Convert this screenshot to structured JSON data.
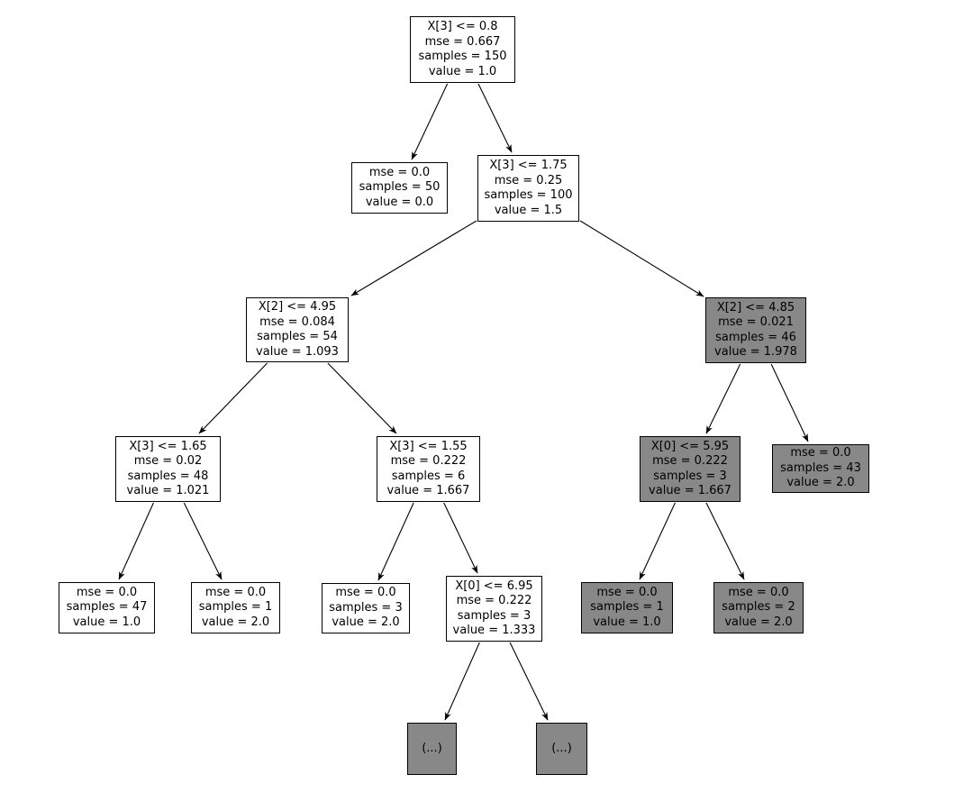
{
  "colors": {
    "figure-background": "#ffffff",
    "node-white": "#ffffff",
    "node-gray": "#888888",
    "node-border": "#000000",
    "edge": "#000000",
    "text": "#000000"
  },
  "tree": {
    "nodes": [
      {
        "id": 0,
        "filled": false,
        "lines": [
          "X[3] <= 0.8",
          "mse = 0.667",
          "samples = 150",
          "value = 1.0"
        ]
      },
      {
        "id": 1,
        "filled": false,
        "lines": [
          "mse = 0.0",
          "samples = 50",
          "value = 0.0"
        ]
      },
      {
        "id": 2,
        "filled": false,
        "lines": [
          "X[3] <= 1.75",
          "mse = 0.25",
          "samples = 100",
          "value = 1.5"
        ]
      },
      {
        "id": 3,
        "filled": false,
        "lines": [
          "X[2] <= 4.95",
          "mse = 0.084",
          "samples = 54",
          "value = 1.093"
        ]
      },
      {
        "id": 4,
        "filled": true,
        "lines": [
          "X[2] <= 4.85",
          "mse = 0.021",
          "samples = 46",
          "value = 1.978"
        ]
      },
      {
        "id": 5,
        "filled": false,
        "lines": [
          "X[3] <= 1.65",
          "mse = 0.02",
          "samples = 48",
          "value = 1.021"
        ]
      },
      {
        "id": 6,
        "filled": false,
        "lines": [
          "X[3] <= 1.55",
          "mse = 0.222",
          "samples = 6",
          "value = 1.667"
        ]
      },
      {
        "id": 7,
        "filled": true,
        "lines": [
          "X[0] <= 5.95",
          "mse = 0.222",
          "samples = 3",
          "value = 1.667"
        ]
      },
      {
        "id": 8,
        "filled": true,
        "lines": [
          "mse = 0.0",
          "samples = 43",
          "value = 2.0"
        ]
      },
      {
        "id": 9,
        "filled": false,
        "lines": [
          "mse = 0.0",
          "samples = 47",
          "value = 1.0"
        ]
      },
      {
        "id": 10,
        "filled": false,
        "lines": [
          "mse = 0.0",
          "samples = 1",
          "value = 2.0"
        ]
      },
      {
        "id": 11,
        "filled": false,
        "lines": [
          "mse = 0.0",
          "samples = 3",
          "value = 2.0"
        ]
      },
      {
        "id": 12,
        "filled": false,
        "lines": [
          "X[0] <= 6.95",
          "mse = 0.222",
          "samples = 3",
          "value = 1.333"
        ]
      },
      {
        "id": 13,
        "filled": true,
        "lines": [
          "mse = 0.0",
          "samples = 1",
          "value = 1.0"
        ]
      },
      {
        "id": 14,
        "filled": true,
        "lines": [
          "mse = 0.0",
          "samples = 2",
          "value = 2.0"
        ]
      },
      {
        "id": 15,
        "filled": true,
        "lines": [
          "(...)"
        ]
      },
      {
        "id": 16,
        "filled": true,
        "lines": [
          "(...)"
        ]
      }
    ],
    "edges": [
      [
        0,
        1
      ],
      [
        0,
        2
      ],
      [
        2,
        3
      ],
      [
        2,
        4
      ],
      [
        3,
        5
      ],
      [
        3,
        6
      ],
      [
        4,
        7
      ],
      [
        4,
        8
      ],
      [
        5,
        9
      ],
      [
        5,
        10
      ],
      [
        6,
        11
      ],
      [
        6,
        12
      ],
      [
        7,
        13
      ],
      [
        7,
        14
      ],
      [
        12,
        15
      ],
      [
        12,
        16
      ]
    ]
  }
}
